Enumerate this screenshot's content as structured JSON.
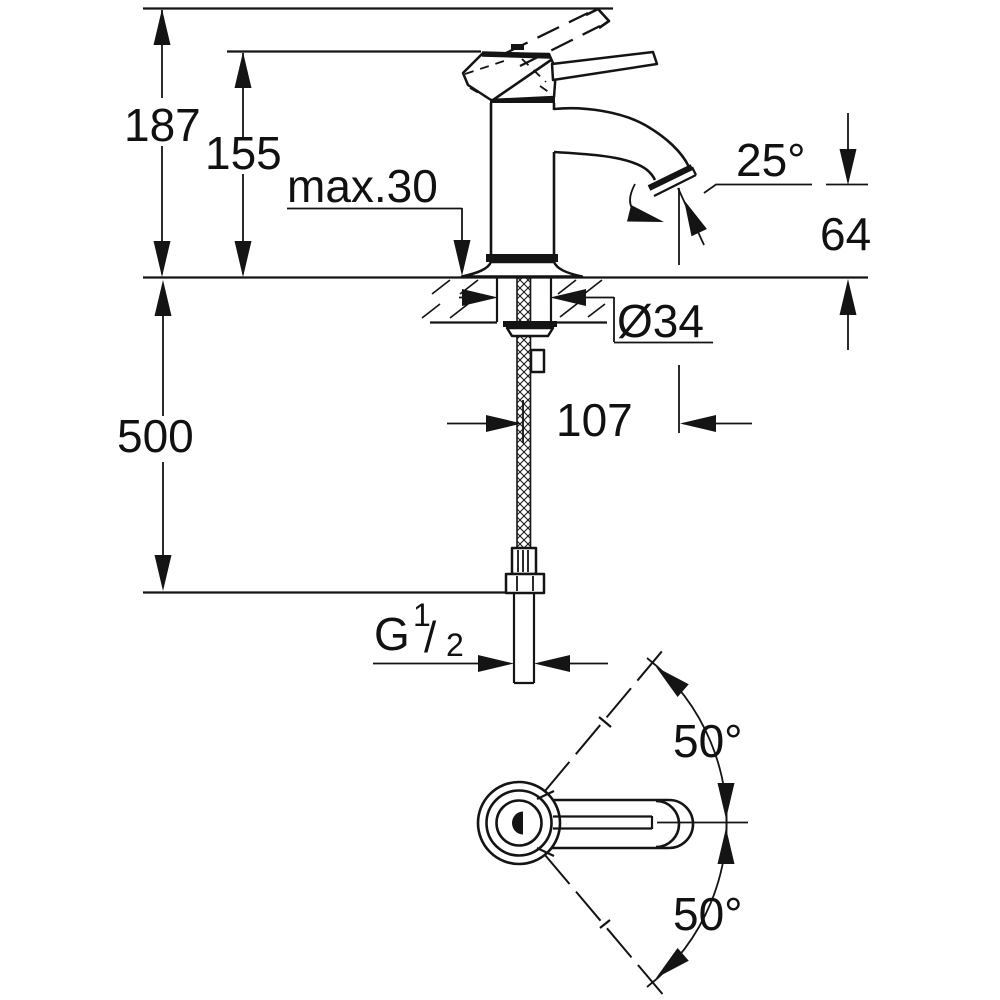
{
  "drawing": {
    "view_side": {
      "height_total": "187",
      "height_upper": "155",
      "deck_thickness": "max.30",
      "spout_angle": "25°",
      "outlet_height": "64",
      "hole_diameter": "Ø34",
      "spout_reach": "107",
      "hose_drop": "500",
      "thread_prefix": "G",
      "thread_numerator": "1",
      "thread_slash": "/",
      "thread_denominator": "2"
    },
    "view_top": {
      "swing_angle_upper": "50°",
      "swing_angle_lower": "50°"
    },
    "colors": {
      "line": "#141414",
      "background": "#ffffff"
    }
  }
}
